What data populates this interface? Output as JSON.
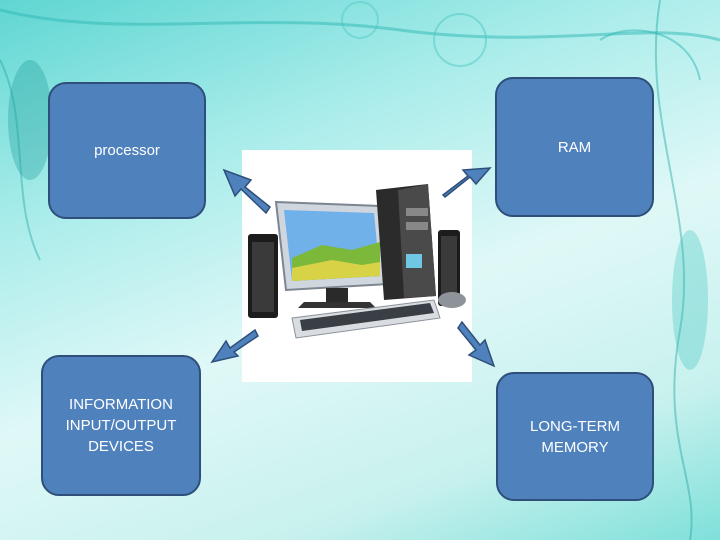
{
  "diagram": {
    "nodes": {
      "processor": "processor",
      "ram": "RAM",
      "io": "INFORMATION\nINPUT/OUTPUT\nDEVICES",
      "long_term_memory": "LONG-TERM\nMEMORY"
    },
    "center_image": "desktop-computer",
    "colors": {
      "box_fill": "#4f81bd",
      "box_border": "#2e4f7a",
      "arrow_fill": "#4f81bd",
      "background": "#a8ecea"
    }
  }
}
